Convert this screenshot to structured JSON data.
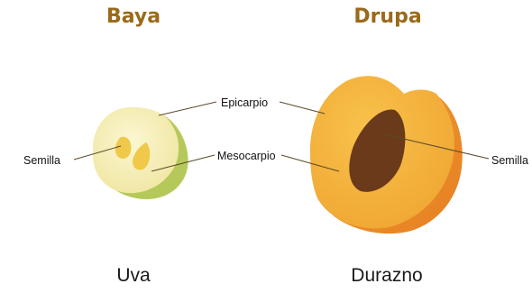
{
  "headings": {
    "baya": "Baya",
    "drupa": "Drupa"
  },
  "fruits": {
    "uva": "Uva",
    "durazno": "Durazno"
  },
  "labels": {
    "epicarpio": "Epicarpio",
    "mesocarpio": "Mesocarpio",
    "semilla_left": "Semilla",
    "semilla_right": "Semilla"
  },
  "colors": {
    "heading": "#9a6a1a",
    "grape_skin": "#b5c95a",
    "grape_flesh": "#f7f0b8",
    "grape_seed": "#f0c94a",
    "peach_skin": "#ec8e2a",
    "peach_flesh": "#f5b63f",
    "peach_stone": "#6b3a1a"
  }
}
